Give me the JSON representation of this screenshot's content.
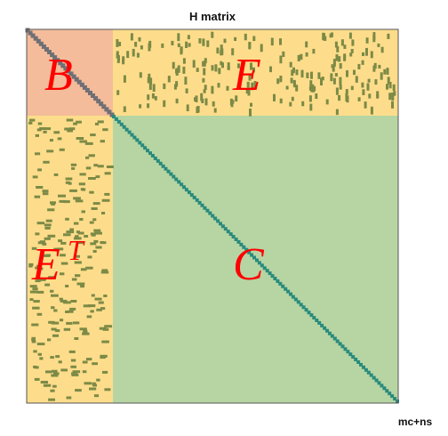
{
  "title": "H matrix",
  "x_axis_label": "mc+ns",
  "blocks": [
    {
      "id": "B",
      "label": "B",
      "color": "#f4bc9a"
    },
    {
      "id": "E",
      "label": "E",
      "color": "#fddd8b"
    },
    {
      "id": "ET",
      "label": "E",
      "superscript": "T",
      "color": "#fddd8b"
    },
    {
      "id": "C",
      "label": "C",
      "color": "#b6d5a3"
    }
  ],
  "colors": {
    "b_diagonal": "#6f6f75",
    "c_diagonal": "#2a8a7c",
    "sparse_entries": "#7c8a46",
    "border": "#555555"
  }
}
